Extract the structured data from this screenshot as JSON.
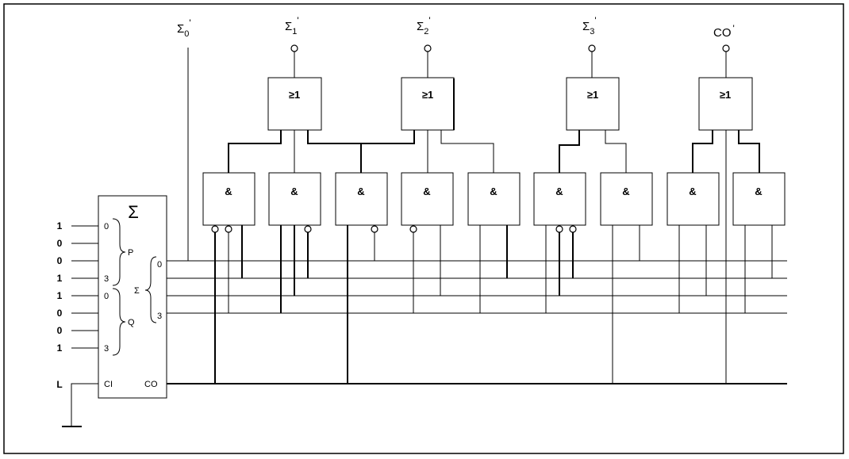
{
  "adder": {
    "symbol": "Σ",
    "inputs": [
      "1",
      "0",
      "0",
      "1",
      "1",
      "0",
      "0",
      "1"
    ],
    "carry_in_value": "L",
    "p_label": "P",
    "q_label": "Q",
    "sum_label": "Σ",
    "pin_0": "0",
    "pin_3": "3",
    "ci_label": "CI",
    "co_label": "CO"
  },
  "outputs": [
    {
      "base": "Σ",
      "sub": "0",
      "prime": "'"
    },
    {
      "base": "Σ",
      "sub": "1",
      "prime": "'"
    },
    {
      "base": "Σ",
      "sub": "2",
      "prime": "'"
    },
    {
      "base": "Σ",
      "sub": "3",
      "prime": "'"
    },
    {
      "base": "CO",
      "sub": "",
      "prime": "'"
    }
  ],
  "or_gate_label": "≥1",
  "and_gate_label": "&"
}
